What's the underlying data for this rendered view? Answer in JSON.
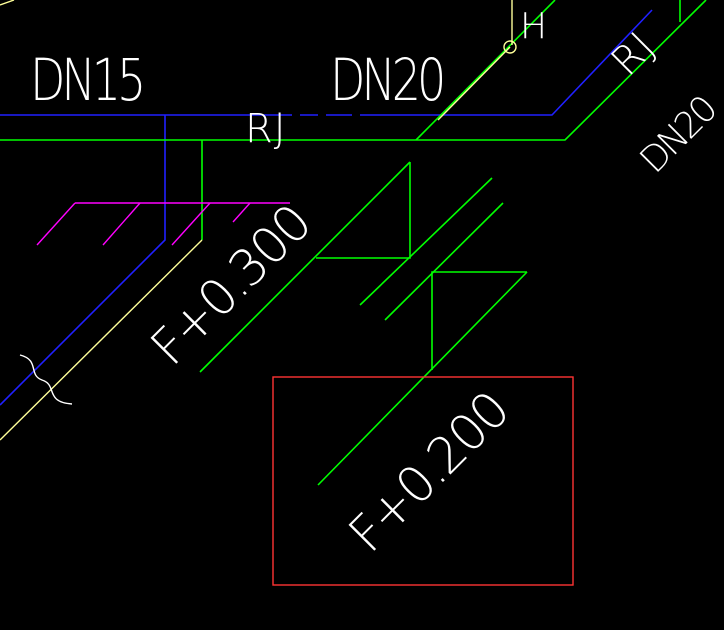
{
  "drawing": {
    "labels": {
      "dn15": "DN15",
      "dn20_top": "DN20",
      "rj_main": "RJ",
      "rj_diag": "RJ",
      "dn20_diag": "DN20",
      "elev_upper": "F+0.300",
      "elev_lower": "F+0.200",
      "top_marker": "H"
    }
  },
  "colors": {
    "background": "#000000",
    "blue_pipe": "#2020ff",
    "green_pipe": "#00ff00",
    "magenta_hatch": "#ff00ff",
    "yellow_pipe": "#ffff99",
    "red_frame": "#ff3333",
    "text": "#ffffff"
  }
}
